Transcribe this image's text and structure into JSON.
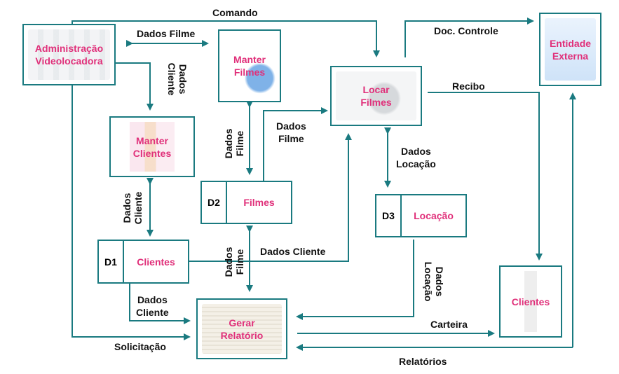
{
  "processes": {
    "admin": "Administração\nVideolocadora",
    "manter_filmes": "Manter\nFilmes",
    "manter_clientes": "Manter\nClientes",
    "locar_filmes": "Locar\nFilmes",
    "entidade_externa": "Entidade\nExterna",
    "gerar_relatorio": "Gerar\nRelatório",
    "clientes_ext": "Clientes"
  },
  "stores": {
    "d1": {
      "id": "D1",
      "label": "Clientes"
    },
    "d2": {
      "id": "D2",
      "label": "Filmes"
    },
    "d3": {
      "id": "D3",
      "label": "Locação"
    }
  },
  "flows": {
    "comando": "Comando",
    "dados_filme_top": "Dados Filme",
    "dados_cliente_v1": "Dados\nCliente",
    "doc_controle": "Doc. Controle",
    "recibo": "Recibo",
    "dados_filme_v1": "Dados\nFilme",
    "dados_filme_mid": "Dados\nFilme",
    "dados_locacao": "Dados\nLocação",
    "dados_cliente_v2": "Dados\nCliente",
    "dados_filme_v2": "Dados\nFilme",
    "dados_cliente_h": "Dados Cliente",
    "dados_locacao_v": "Dados\nLocação",
    "dados_cliente_low": "Dados\nCliente",
    "carteira": "Carteira",
    "solicitacao": "Solicitação",
    "relatorios": "Relatórios"
  },
  "colors": {
    "line": "#1a7a80",
    "label": "#e0307a"
  }
}
